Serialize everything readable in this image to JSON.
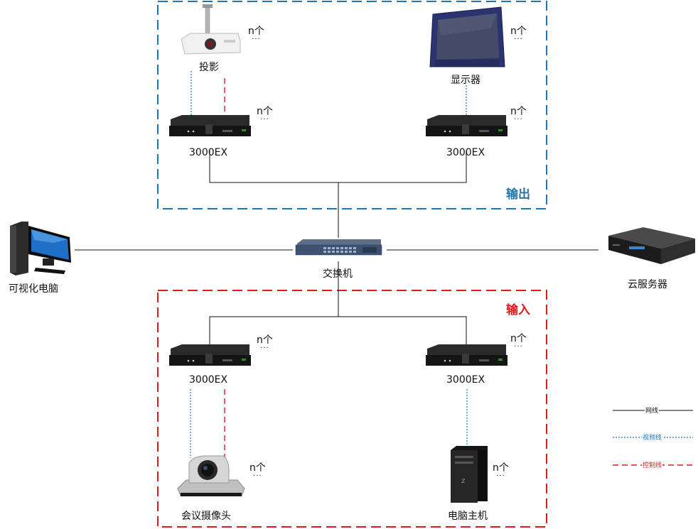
{
  "zones": {
    "output": {
      "title": "输出",
      "color": "#1f77b4"
    },
    "input": {
      "title": "输入",
      "color": "#e31a1c"
    }
  },
  "devices": {
    "projector": {
      "label": "投影",
      "count": "n个",
      "dots": "···"
    },
    "monitor": {
      "label": "显示器",
      "count": "n个",
      "dots": "···"
    },
    "encoder_out_left": {
      "label": "3000EX",
      "count": "n个",
      "dots": "···"
    },
    "encoder_out_right": {
      "label": "3000EX",
      "count": "n个",
      "dots": "···"
    },
    "switch": {
      "label": "交换机"
    },
    "pc": {
      "label": "可视化电脑"
    },
    "server": {
      "label": "云服务器"
    },
    "encoder_in_left": {
      "label": "3000EX",
      "count": "n个",
      "dots": "···"
    },
    "encoder_in_right": {
      "label": "3000EX",
      "count": "n个",
      "dots": "···"
    },
    "camera": {
      "label": "会议摄像头",
      "count": "n个",
      "dots": "···"
    },
    "host": {
      "label": "电脑主机",
      "count": "n个",
      "dots": "···"
    }
  },
  "legend": {
    "network": {
      "label": "网线",
      "color": "#111111"
    },
    "video": {
      "label": "视频线",
      "color": "#1f77b4"
    },
    "control": {
      "label": "控制线",
      "color": "#e31a1c"
    }
  }
}
